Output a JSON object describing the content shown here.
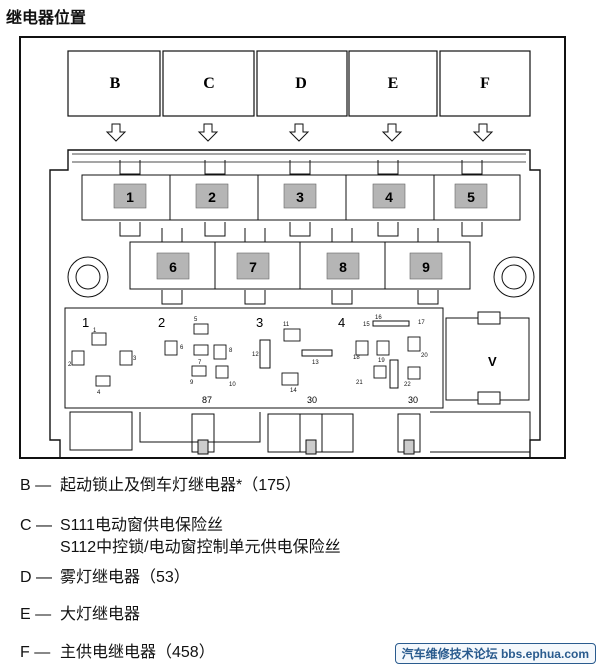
{
  "title": "继电器位置",
  "top_boxes": [
    "B",
    "C",
    "D",
    "E",
    "F"
  ],
  "relays_row1": [
    "1",
    "2",
    "3",
    "4",
    "5"
  ],
  "relays_row2": [
    "6",
    "7",
    "8",
    "9"
  ],
  "fuse_section_labels": [
    "1",
    "2",
    "3",
    "4"
  ],
  "side_box_label": "V",
  "terminal_labels": [
    "87",
    "30",
    "30"
  ],
  "small_slot_labels": [
    "1",
    "2",
    "3",
    "4",
    "5",
    "6",
    "7",
    "8",
    "9",
    "10",
    "11",
    "12",
    "13",
    "14",
    "15",
    "16",
    "17",
    "18",
    "19",
    "20",
    "21",
    "22"
  ],
  "legend": [
    {
      "key": "B —",
      "text": "起动锁止及倒车灯继电器*（175）"
    },
    {
      "key": "C —",
      "text": "S111电动窗供电保险丝"
    },
    {
      "key": "",
      "text": "S112中控锁/电动窗控制单元供电保险丝"
    },
    {
      "key": "D —",
      "text": "雾灯继电器（53）"
    },
    {
      "key": "E —",
      "text": "大灯继电器"
    },
    {
      "key": "F —",
      "text": "主供电继电器（458）"
    }
  ],
  "watermark": "汽车维修技术论坛 bbs.ephua.com",
  "colors": {
    "relay_fill": "#b5b5b5",
    "stroke": "#111111",
    "watermark": "#2a5b8e"
  }
}
